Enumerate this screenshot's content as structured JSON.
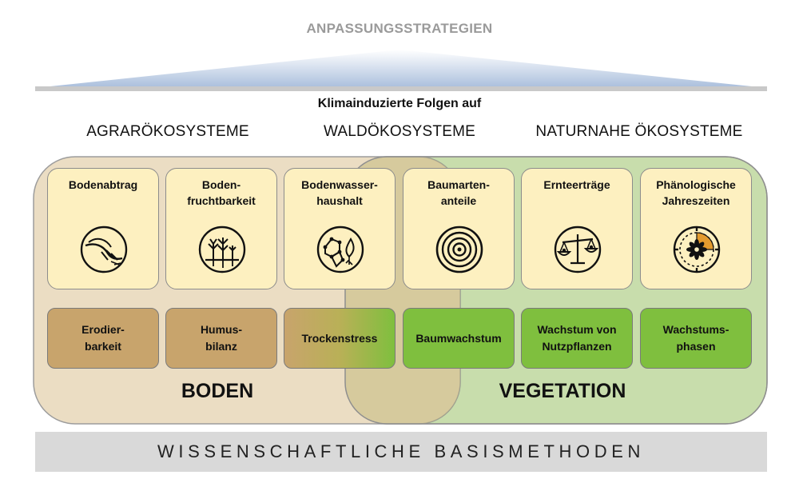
{
  "roof_title": "ANPASSUNGSSTRATEGIEN",
  "subtitle": "Klimainduzierte Folgen auf",
  "ecosystems": [
    "AGRARÖKOSYSTEME",
    "WALDÖKOSYSTEME",
    "NATURNAHE ÖKOSYSTEME"
  ],
  "cards": [
    {
      "label": "Bodenabtrag",
      "icon": "erosion-icon"
    },
    {
      "label": "Boden-\nfruchtbarkeit",
      "icon": "plants-icon"
    },
    {
      "label": "Bodenwasser-\nhaushalt",
      "icon": "soil-water-icon"
    },
    {
      "label": "Baumarten-\nanteile",
      "icon": "tree-rings-icon"
    },
    {
      "label": "Ernteerträge",
      "icon": "scale-icon"
    },
    {
      "label": "Phänologische\nJahreszeiten",
      "icon": "season-clock-icon"
    }
  ],
  "categories": [
    {
      "label": "Erodier-\nbarkeit",
      "group": "soil"
    },
    {
      "label": "Humus-\nbilanz",
      "group": "soil"
    },
    {
      "label": "Trockenstress",
      "group": "mixed"
    },
    {
      "label": "Baumwachstum",
      "group": "vegetation"
    },
    {
      "label": "Wachstum von\nNutzpflanzen",
      "group": "vegetation"
    },
    {
      "label": "Wachstums-\nphasen",
      "group": "vegetation"
    }
  ],
  "regions": {
    "soil": "BODEN",
    "vegetation": "VEGETATION"
  },
  "base": "WISSENSCHAFTLICHE BASISMETHODEN",
  "colors": {
    "soil_region": "#e9d9bb",
    "vegetation_region": "#c4dba6",
    "card_fill": "#fdf0c0",
    "soil_box": "#c8a46c",
    "vegetation_box": "#7fbf3e",
    "base_bar": "#d9d9d9"
  }
}
